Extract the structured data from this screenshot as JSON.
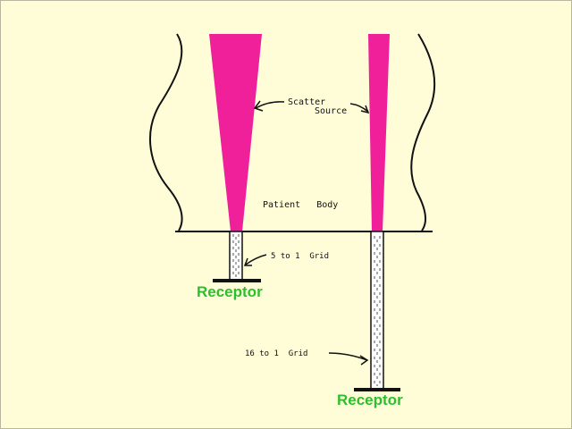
{
  "labels": {
    "scatter_line1": "Scatter",
    "scatter_line2": "Source",
    "patient_body": "Patient   Body",
    "grid_left": "5 to 1  Grid",
    "grid_right": "16 to 1  Grid",
    "receptor_left": "Receptor",
    "receptor_right": "Receptor"
  },
  "colors": {
    "background": "#fffdd8",
    "scatter_cone": "#f0209a",
    "receptor_text": "#2cbf2c",
    "outline": "#111111"
  }
}
